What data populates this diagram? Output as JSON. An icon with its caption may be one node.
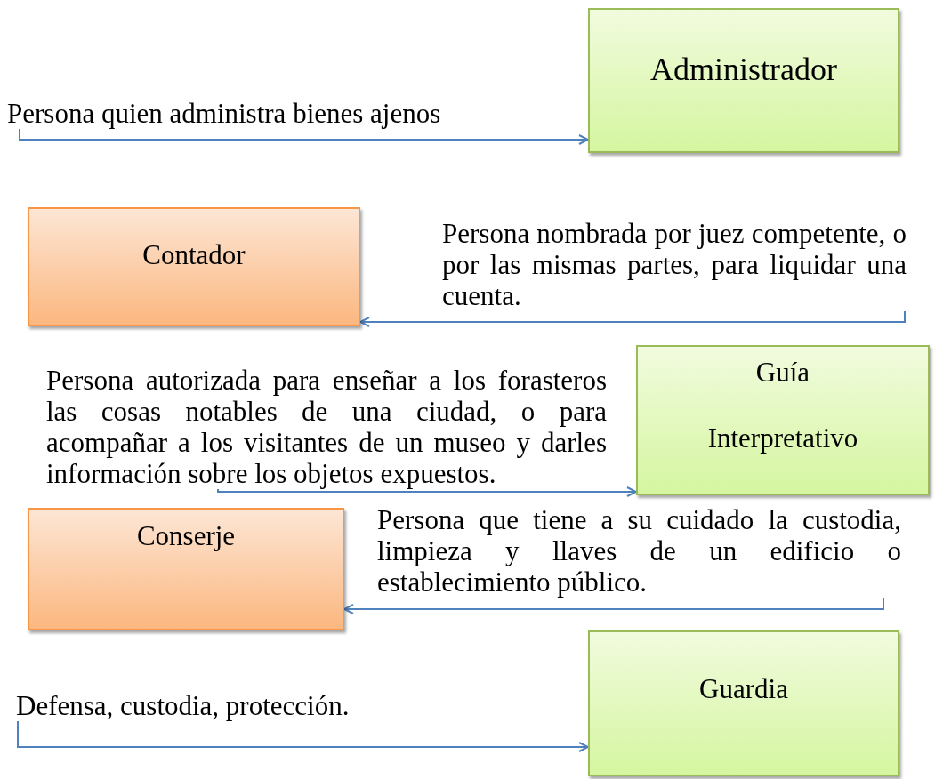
{
  "diagram": {
    "nodes": [
      {
        "text": [
          "Administrador"
        ]
      },
      {
        "text": [
          "Persona quien administra bienes ajenos"
        ]
      },
      {
        "text": [
          "Contador"
        ]
      },
      {
        "text": [
          "Persona nombrada por juez competente, o por las mismas partes, para liquidar una cuenta."
        ]
      },
      {
        "text": [
          "Persona autorizada para enseñar a los forasteros las cosas notables de una ciudad, o para acompañar a los visitantes de un museo y darles información sobre los objetos expuestos."
        ]
      },
      {
        "text": [
          "Guía",
          "Interpretativo"
        ]
      },
      {
        "text": [
          "Conserje"
        ]
      },
      {
        "text": [
          "Persona que tiene a su cuidado la custodia, limpieza y llaves de un edificio o establecimiento público."
        ]
      },
      {
        "text": [
          "Defensa, custodia, protección."
        ]
      },
      {
        "text": [
          "Guardia"
        ]
      }
    ],
    "edges": [
      {
        "from": 1,
        "to": 0,
        "arrow": "to"
      },
      {
        "from": 3,
        "to": 2,
        "arrow": "to"
      },
      {
        "from": 4,
        "to": 5,
        "arrow": "to"
      },
      {
        "from": 7,
        "to": 6,
        "arrow": "to"
      },
      {
        "from": 8,
        "to": 9,
        "arrow": "to"
      }
    ]
  }
}
